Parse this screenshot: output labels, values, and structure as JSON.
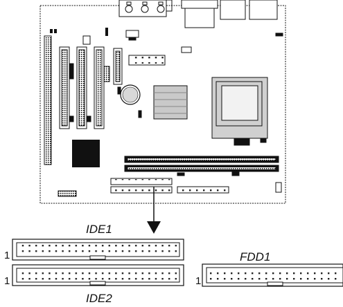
{
  "diagram": {
    "connectors": {
      "ide1": {
        "label": "IDE1",
        "pin1": "1"
      },
      "ide2": {
        "label": "IDE2",
        "pin1": "1"
      },
      "fdd1": {
        "label": "FDD1",
        "pin1": "1"
      }
    },
    "colors": {
      "ink": "#111111",
      "board": "#ffffff",
      "heatsink": "#c9c9c9",
      "chip": "#111111"
    }
  }
}
